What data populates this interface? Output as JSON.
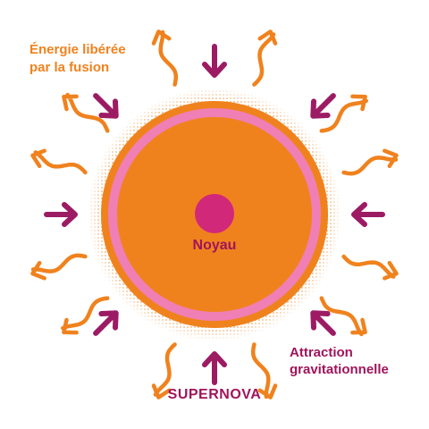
{
  "labels": {
    "energy_line1": "Énergie libérée",
    "energy_line2": "par la fusion",
    "core": "Noyau",
    "gravity_line1": "Attraction",
    "gravity_line2": "gravitationnelle",
    "title": "SUPERNOVA"
  },
  "colors": {
    "orange": "#f0821e",
    "pink": "#ef7fb4",
    "magenta": "#a0145a",
    "core_dot": "#d2287a",
    "gravity_arrow": "#9c1b63"
  },
  "icons": {
    "energy_arrow": "wavy-outward-arrow-icon",
    "gravity_arrow": "inward-arrow-icon",
    "core": "core-dot-icon"
  }
}
